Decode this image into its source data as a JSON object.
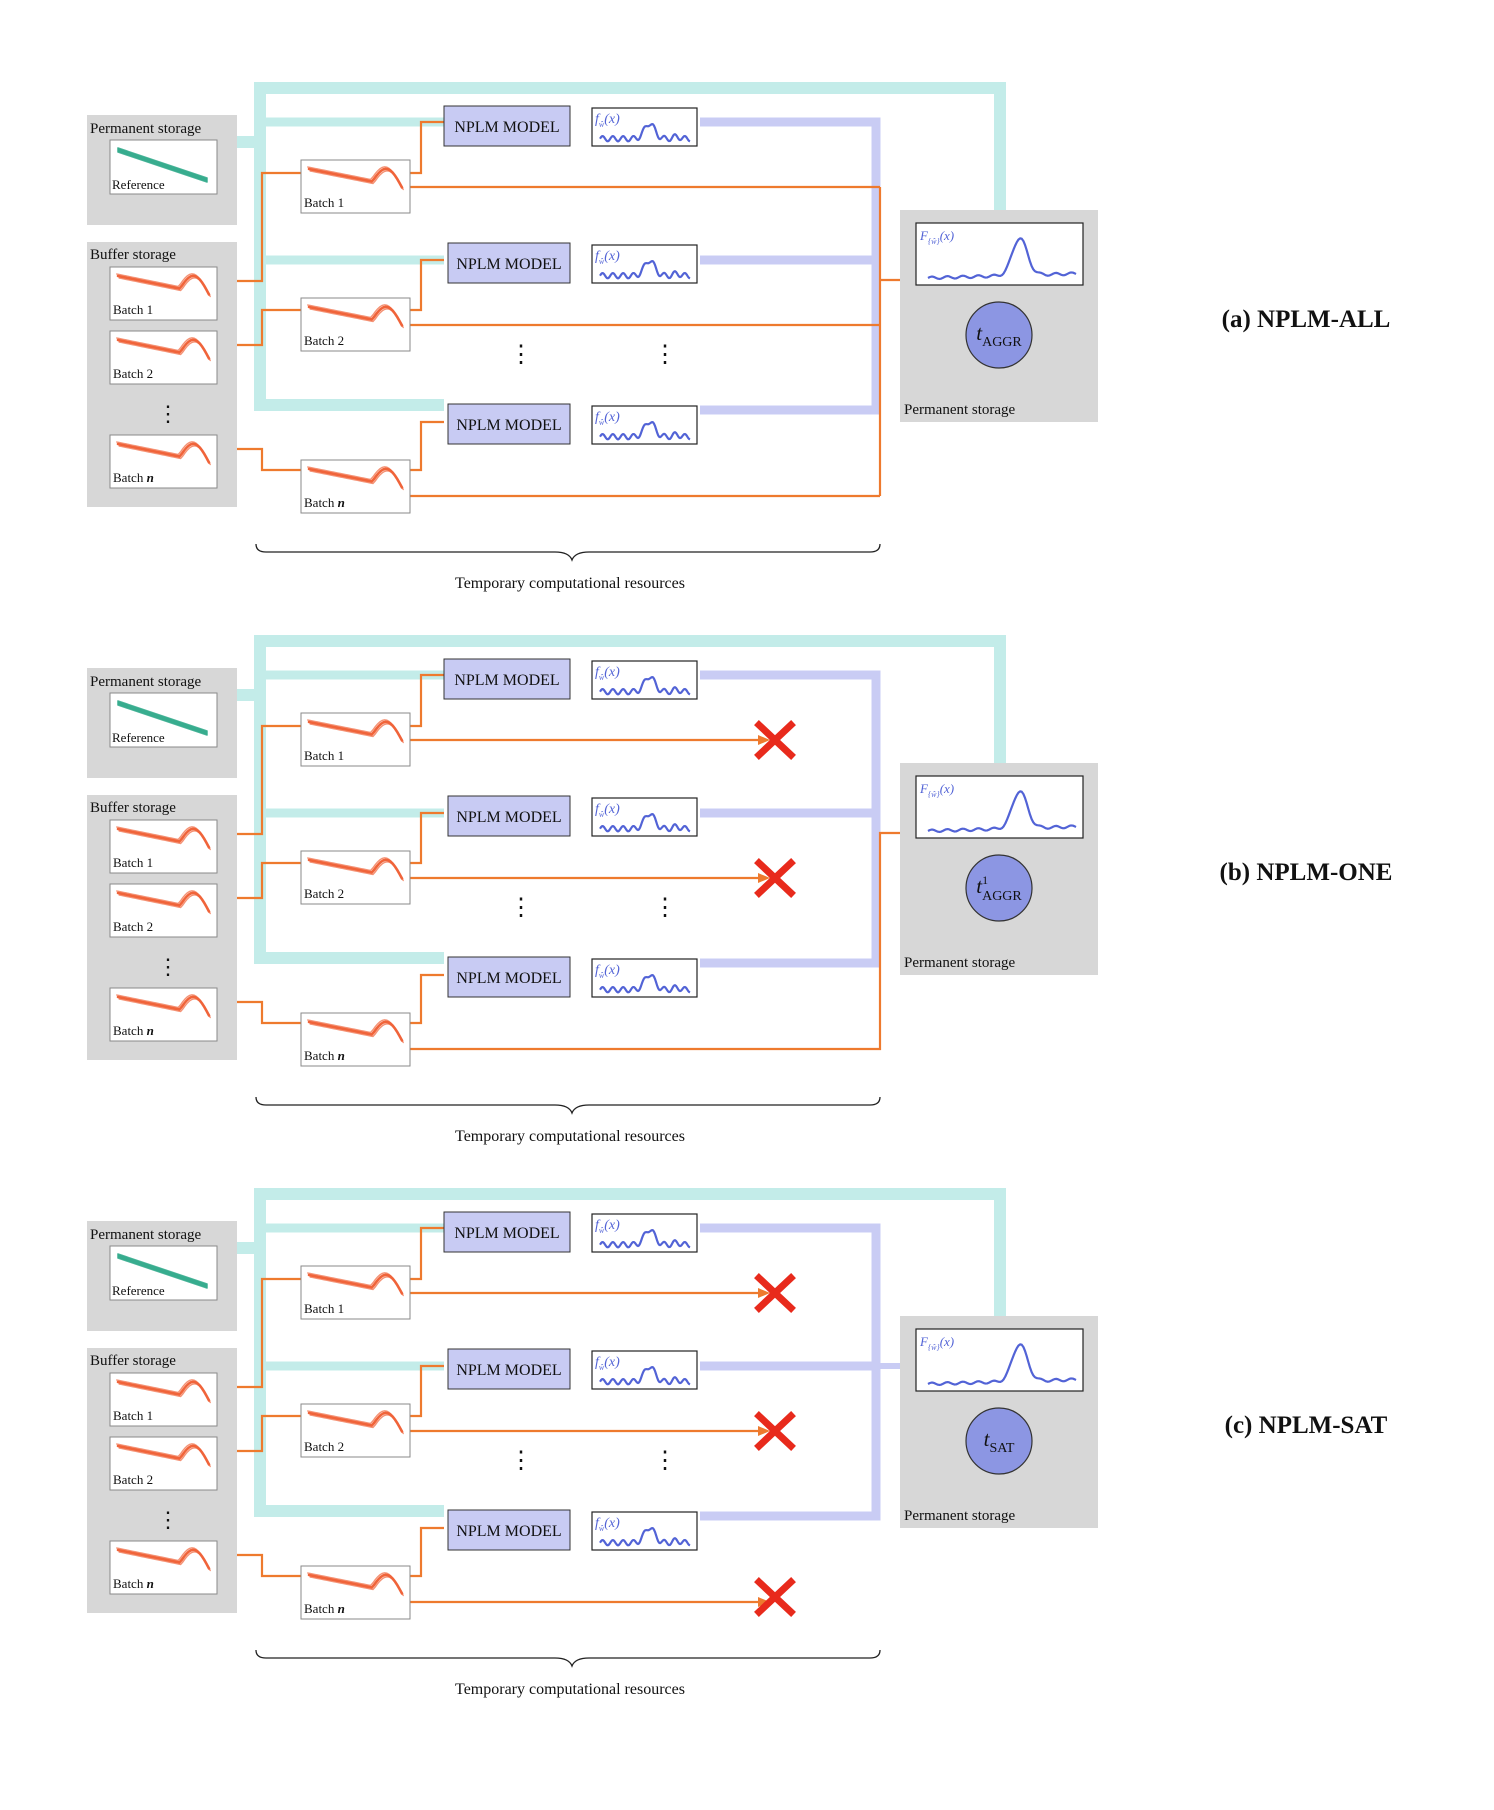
{
  "labels": {
    "permanent_storage": "Permanent storage",
    "buffer_storage": "Buffer storage",
    "reference": "Reference",
    "batch_1": "Batch 1",
    "batch_2": "Batch 2",
    "batch_n_prefix": "Batch ",
    "batch_n_var": "n",
    "dots": "⋮",
    "nplm_model": "NPLM MODEL",
    "f_small": "f",
    "f_small_sub": "ŵ",
    "f_arg": "(x)",
    "f_big": "F",
    "f_big_sub": "{ŵ}",
    "temporary": "Temporary computational resources"
  },
  "panels": [
    {
      "label": "(a) NPLM-ALL",
      "variant": "all",
      "stat_main": "t",
      "stat_sub": "AGGR",
      "stat_sup": ""
    },
    {
      "label": "(b) NPLM-ONE",
      "variant": "one",
      "stat_main": "t",
      "stat_sub": "AGGR",
      "stat_sup": "1"
    },
    {
      "label": "(c) NPLM-SAT",
      "variant": "sat",
      "stat_main": "t",
      "stat_sub": "SAT",
      "stat_sup": ""
    }
  ],
  "colors": {
    "storage_bg": "#d7d7d7",
    "cyan_pipe": "#c3ece9",
    "lavender_pipe": "#c9ccf4",
    "orange": "#ee7a2e",
    "model_fill": "#c8cbf3",
    "plot_blue": "#5263d6",
    "circle": "#8c96e3",
    "ref_green": "#2aa787",
    "batch_orange": "#f0643a",
    "cross_red": "#e82a1c"
  },
  "icons": {
    "discard": "red-x-icon"
  }
}
